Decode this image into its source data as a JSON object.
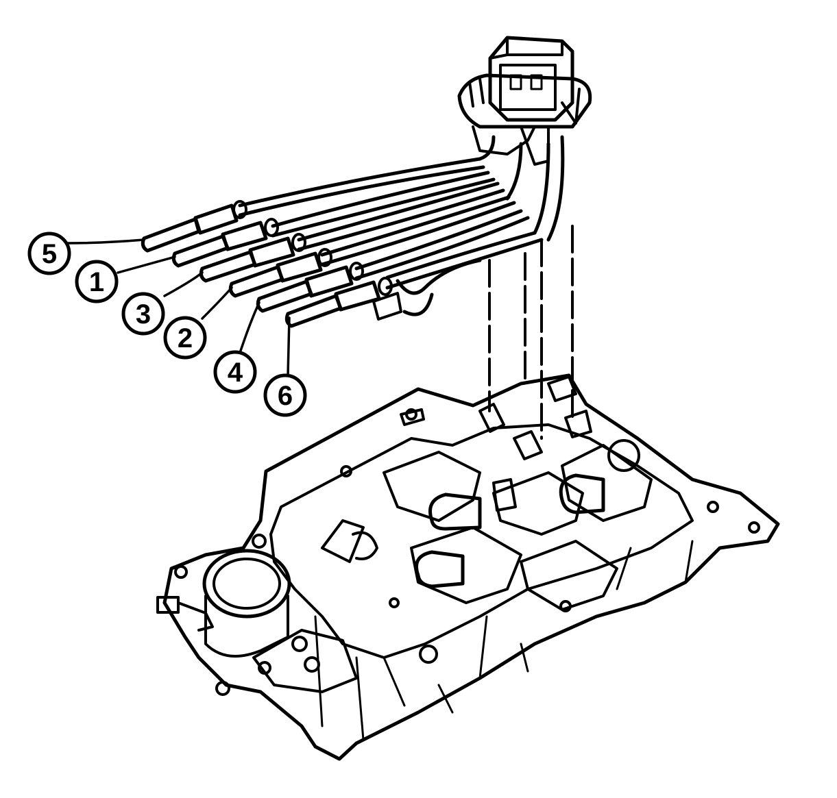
{
  "callouts": [
    {
      "id": "c5",
      "label": "5"
    },
    {
      "id": "c1",
      "label": "1"
    },
    {
      "id": "c3",
      "label": "3"
    },
    {
      "id": "c2",
      "label": "2"
    },
    {
      "id": "c4",
      "label": "4"
    },
    {
      "id": "c6",
      "label": "6"
    }
  ],
  "colors": {
    "ink": "#000000",
    "paper": "#ffffff"
  }
}
